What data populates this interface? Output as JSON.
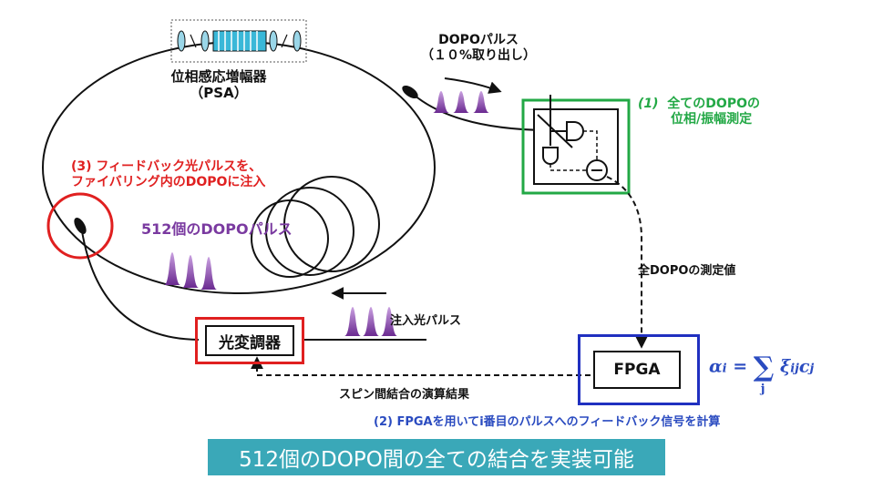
{
  "labels": {
    "psa_name": "位相感応増幅器",
    "psa_abbr": "（PSA）",
    "dopo_out_line1": "DOPOパルス",
    "dopo_out_line2": "（１０%取り出し）",
    "measure_step_num": "(1)",
    "measure_step_line1": "全てのDOPOの",
    "measure_step_line2": "位相/振幅測定",
    "feedback_line1": "(3) フィードバック光パルスを、",
    "feedback_line2": "ファイバリング内のDOPOに注入",
    "pulses_in_ring": "512個のDOPOパルス",
    "all_measured": "全DOPOの測定値",
    "injection_pulse": "注入光パルス",
    "modulator": "光変調器",
    "fpga": "FPGA",
    "spin_coupling_result": "スピン間結合の演算結果",
    "fpga_step": "(2) FPGAを用いてi番目のパルスへのフィードバック信号を計算",
    "banner": "512個のDOPO間の全ての結合を実装可能"
  },
  "formula": {
    "lhs": "α",
    "lhs_sub": "i",
    "equals": "=",
    "sum_symbol": "∑",
    "sum_index": "j",
    "xi": "ξ",
    "xi_sub": "ij",
    "c": "c",
    "c_sub": "j"
  },
  "colors": {
    "measure_box": "#22a845",
    "modulator_box": "#e02020",
    "fpga_box": "#2030c0",
    "pulse": "#7a3aa0",
    "psa_element": "#3ab8d8",
    "banner": "#3aa8b8",
    "formula": "#2a4bc0"
  }
}
